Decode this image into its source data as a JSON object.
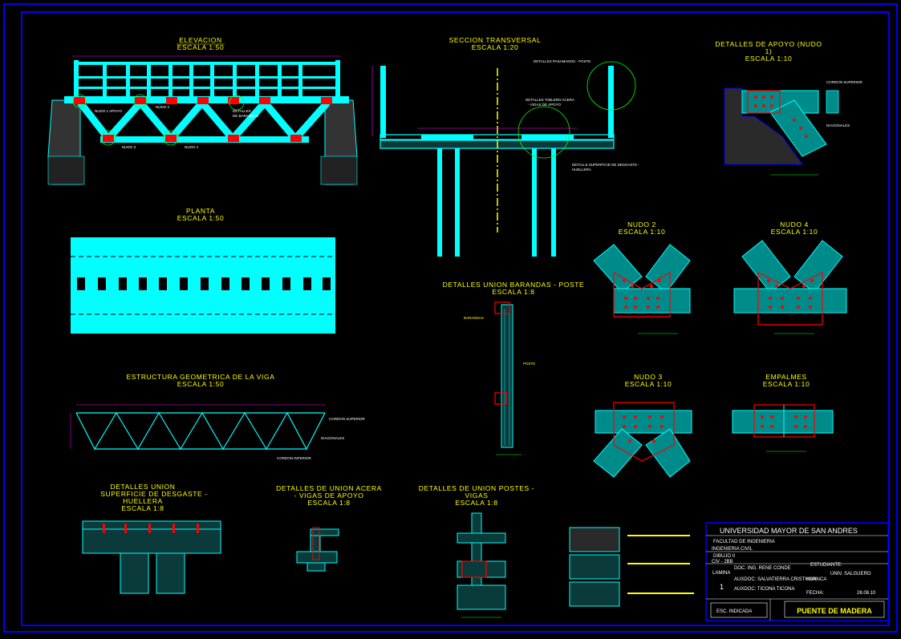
{
  "titles": {
    "elevacion": "ELEVACION",
    "elevacion_escala": "ESCALA 1:50",
    "seccion": "SECCION TRANSVERSAL",
    "seccion_escala": "ESCALA 1:20",
    "apoyo": "DETALLES DE APOYO (NUDO",
    "apoyo2": "1)",
    "apoyo_escala": "ESCALA 1:10",
    "planta": "PLANTA",
    "planta_escala": "ESCALA 1:50",
    "nudo2": "NUDO 2",
    "nudo2_escala": "ESCALA 1:10",
    "nudo4": "NUDO 4",
    "nudo4_escala": "ESCALA 1:10",
    "barandas": "DETALLES UNION BARANDAS - POSTE",
    "barandas_escala": "ESCALA 1:8",
    "estructura": "ESTRUCTURA GEOMETRICA DE LA VIGA",
    "estructura_escala": "ESCALA 1:50",
    "nudo3": "NUDO 3",
    "nudo3_escala": "ESCALA 1:10",
    "empalmes": "EMPALMES",
    "empalmes_escala": "ESCALA 1:10",
    "superficie": "DETALLES UNION",
    "superficie2": "SUPERFICIE DE DESGASTE -",
    "superficie3": "HUELLERA",
    "superficie_escala": "ESCALA 1:8",
    "acera": "DETALLES DE UNION ACERA",
    "acera2": "- VIGAS DE APOYO",
    "acera_escala": "ESCALA 1:8",
    "postes": "DETALLES DE UNION POSTES -",
    "postes2": "VIGAS",
    "postes_escala": "ESCALA 1:8"
  },
  "labels": {
    "nudo1": "NUDO 1 APOYO",
    "nudo3": "NUDO 3",
    "nudo4": "NUDO 4",
    "nudo2": "NUDO 2",
    "detalles_barandas": "DETALLES",
    "detalles_barandas2": "DE BARANDAS",
    "pasamanos": "DETALLES PASAMANOS - POSTE",
    "tablero": "DETALLES TABLERO ACERA",
    "tablero2": "- VIGAS DE APOYO",
    "desgaste": "DETALLE SUPERFICIE DE DESGASTE -",
    "desgaste2": "HUELLERA",
    "cordon_sup": "CORDON SUPERIOR",
    "diagonales": "DIAGONALES",
    "cordon_inf": "CORDON INFERIOR",
    "barandas": "BARANDAS",
    "poste": "POSTE"
  },
  "titleblock": {
    "university": "UNIVERSIDAD MAYOR DE SAN ANDRES",
    "faculty": "FACULTAD DE INGENIERIA",
    "career": "INGENIERIA CIVIL",
    "subject": "DIBUJO II",
    "code": "CIV - 2BB",
    "teacher": "DOC. ING. RENE CONDE",
    "lamina_label": "LAMINA",
    "lamina_num": "1",
    "aux1": "AUXDOC: SALVATIERRA CRISTHIAN",
    "aux2": "AUXDOC: TICONA TICONA",
    "estudiante_label": "ESTUDIANTE:",
    "estudiante": "UNIV. SALGUERO",
    "estudiante2": "HUANCA",
    "fecha_label": "FECHA:",
    "fecha": "28.08.10",
    "escala": "ESC. INDICADA",
    "titulo": "PUENTE DE MADERA"
  },
  "colors": {
    "cyan": "#00ffff",
    "yellow": "#ffff00",
    "red": "#ff0000",
    "green": "#00ff00",
    "magenta": "#ff00ff",
    "frame": "#0000ff"
  }
}
